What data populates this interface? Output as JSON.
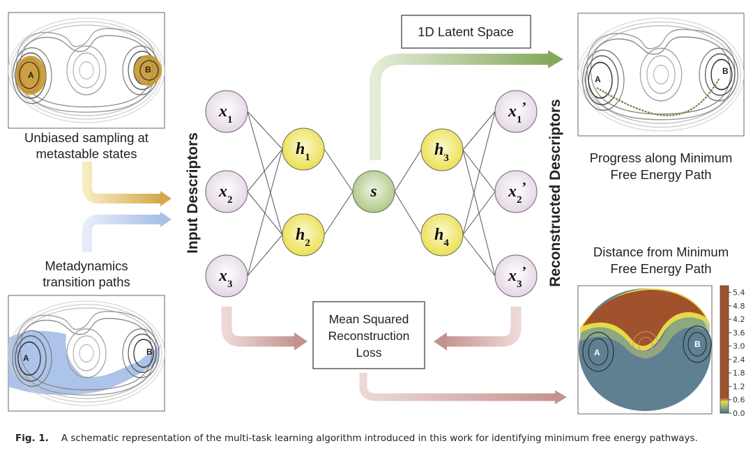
{
  "panels": {
    "unbiased": {
      "caption_line1": "Unbiased sampling at",
      "caption_line2": "metastable states",
      "state_a": "A",
      "state_b": "B",
      "sample_color": "#c9962e"
    },
    "metadynamics": {
      "caption_line1": "Metadynamics",
      "caption_line2": "transition paths",
      "state_a": "A",
      "state_b": "B",
      "path_color": "#9db8e6"
    },
    "progress": {
      "caption_line1": "Progress along Minimum",
      "caption_line2": "Free Energy Path",
      "state_a": "A",
      "state_b": "B",
      "path_color": "#6b8a3c"
    },
    "distance": {
      "title_line1": "Distance from Minimum",
      "title_line2": "Free Energy Path",
      "state_a": "A",
      "state_b": "B",
      "colorbar_ticks": [
        "5.4",
        "4.8",
        "4.2",
        "3.6",
        "3.0",
        "2.4",
        "1.8",
        "1.2",
        "0.6",
        "0.0"
      ],
      "colorbar_range": [
        0.0,
        5.7
      ],
      "colors": {
        "high": "#a0522d",
        "mid": "#e6d94a",
        "low": "#5f8090"
      }
    }
  },
  "network": {
    "input_label": "Input Descriptors",
    "output_label": "Reconstructed Descriptors",
    "nodes": {
      "x1": {
        "base": "x",
        "sub": "1",
        "prime": ""
      },
      "x2": {
        "base": "x",
        "sub": "2",
        "prime": ""
      },
      "x3": {
        "base": "x",
        "sub": "3",
        "prime": ""
      },
      "h1": {
        "base": "h",
        "sub": "1",
        "prime": ""
      },
      "h2": {
        "base": "h",
        "sub": "2",
        "prime": ""
      },
      "s": {
        "base": "s",
        "sub": "",
        "prime": ""
      },
      "h3": {
        "base": "h",
        "sub": "3",
        "prime": ""
      },
      "h4": {
        "base": "h",
        "sub": "4",
        "prime": ""
      },
      "y1": {
        "base": "x",
        "sub": "1",
        "prime": "’"
      },
      "y2": {
        "base": "x",
        "sub": "2",
        "prime": "’"
      },
      "y3": {
        "base": "x",
        "sub": "3",
        "prime": "’"
      }
    },
    "colors": {
      "descriptor": "#e9dcea",
      "hidden": "#ede45a",
      "latent": "#b9cf94"
    }
  },
  "boxes": {
    "latent": "1D Latent Space",
    "loss_line1": "Mean Squared",
    "loss_line2": "Reconstruction",
    "loss_line3": "Loss"
  },
  "arrow_colors": {
    "gold": "#d4a84a",
    "blue": "#a8c0e8",
    "green": "#8aaa62",
    "rose": "#c89a96"
  },
  "caption": {
    "label": "Fig. 1.",
    "text": "A schematic representation of the multi-task learning algorithm introduced in this work for identifying minimum free energy pathways."
  }
}
